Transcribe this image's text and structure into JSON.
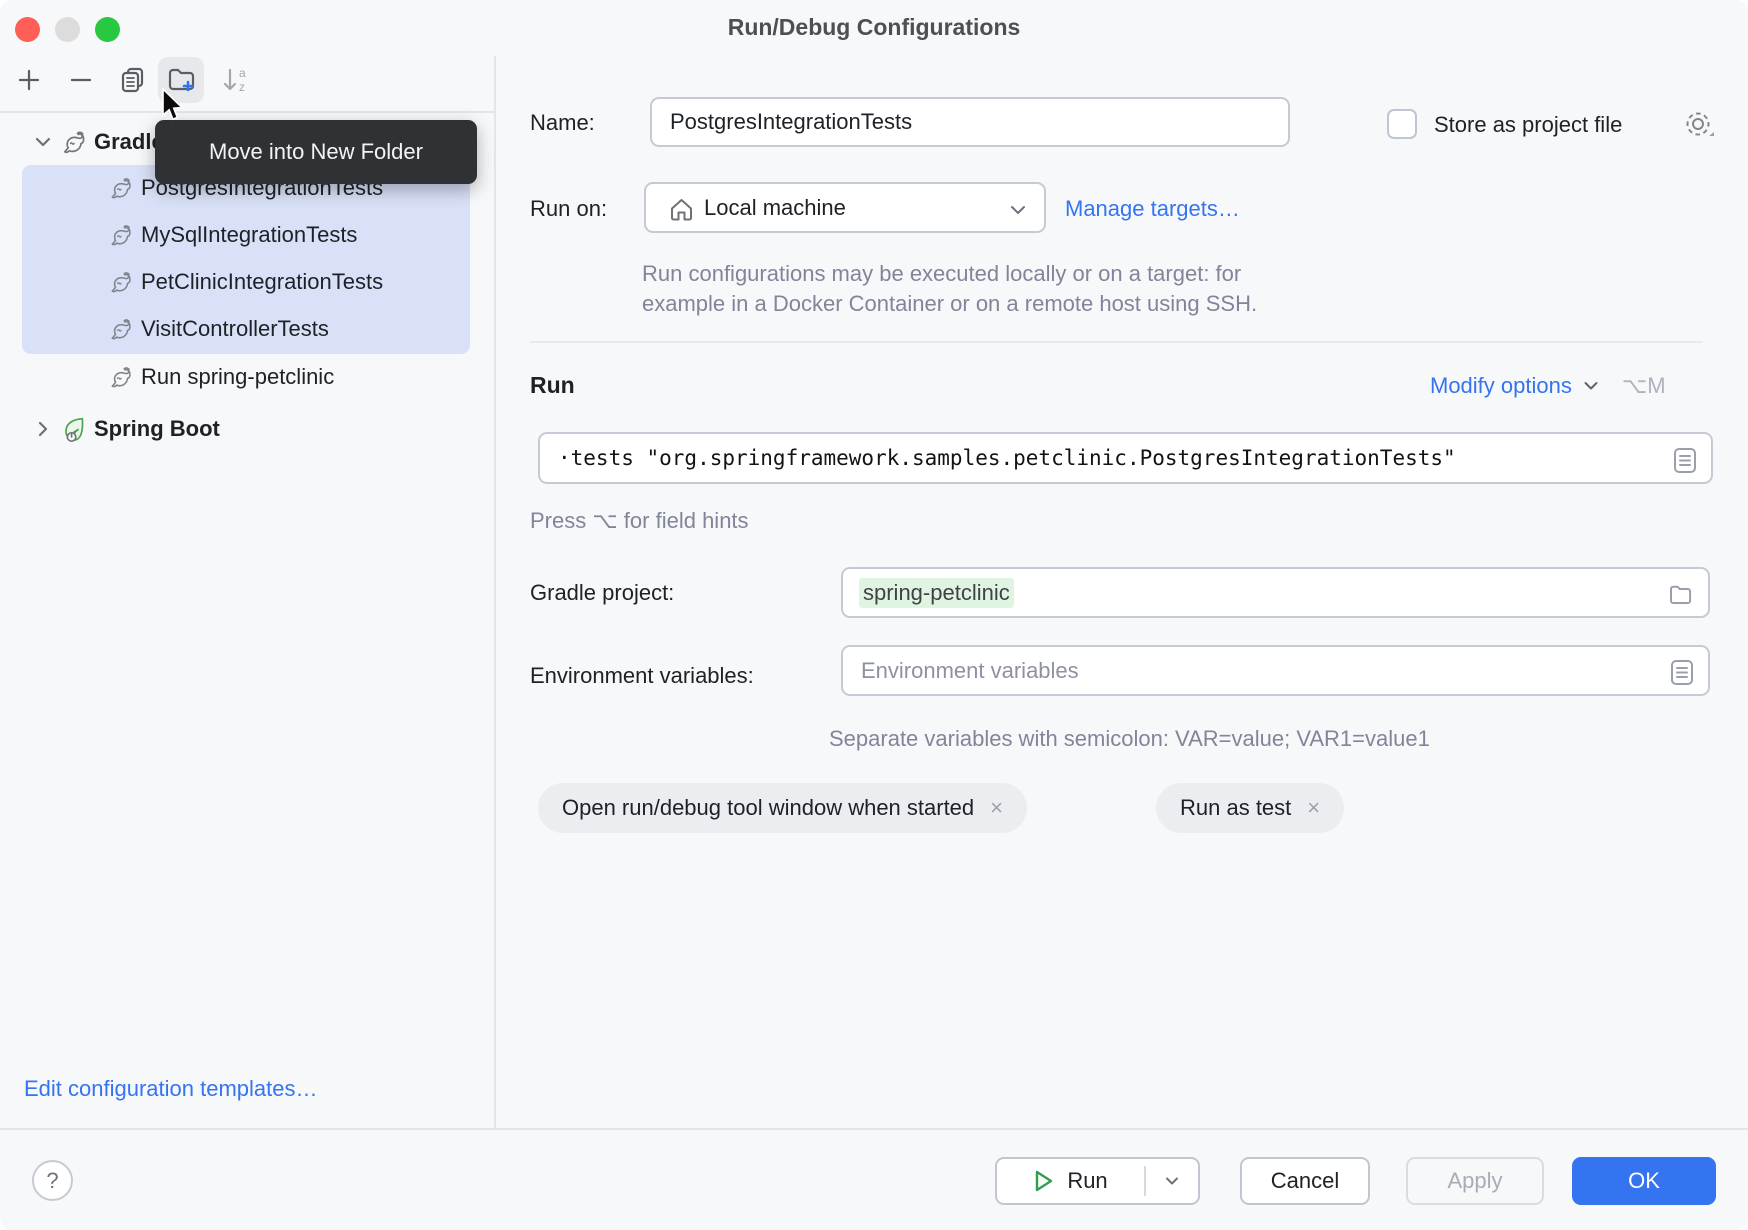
{
  "window": {
    "title": "Run/Debug Configurations"
  },
  "toolbar": {
    "tooltip": "Move into New Folder",
    "icons": [
      "add",
      "remove",
      "copy-configuration",
      "move-into-new-folder",
      "sort-alphabetically"
    ]
  },
  "tree": {
    "gradle_group": "Gradle",
    "items": [
      {
        "label": "PostgresIntegrationTests",
        "selected": true
      },
      {
        "label": "MySqlIntegrationTests",
        "selected": true
      },
      {
        "label": "PetClinicIntegrationTests",
        "selected": true
      },
      {
        "label": "VisitControllerTests",
        "selected": true
      },
      {
        "label": "Run spring-petclinic",
        "selected": false
      }
    ],
    "springboot_group": "Spring Boot",
    "edit_templates": "Edit configuration templates…"
  },
  "form": {
    "name_label": "Name:",
    "name_value": "PostgresIntegrationTests",
    "store_label": "Store as project file",
    "run_on_label": "Run on:",
    "run_on_value": "Local machine",
    "manage_targets": "Manage targets…",
    "run_on_hint_line1": "Run configurations may be executed locally or on a target: for",
    "run_on_hint_line2": "example in a Docker Container or on a remote host using SSH.",
    "run_section": "Run",
    "modify_options": "Modify options",
    "modify_shortcut": "⌥M",
    "command_value": "·tests \"org.springframework.samples.petclinic.PostgresIntegrationTests\"",
    "field_hint": "Press ⌥ for field hints",
    "gradle_label": "Gradle project:",
    "gradle_value": "spring-petclinic",
    "env_label": "Environment variables:",
    "env_placeholder": "Environment variables",
    "env_hint": "Separate variables with semicolon: VAR=value; VAR1=value1",
    "chips": [
      {
        "label": "Open run/debug tool window when started",
        "close": "×"
      },
      {
        "label": "Run as test",
        "close": "×"
      }
    ]
  },
  "footer": {
    "help": "?",
    "run": "Run",
    "cancel": "Cancel",
    "apply": "Apply",
    "ok": "OK"
  },
  "colors": {
    "accent_blue": "#3574f0",
    "selection_blue": "#d9e1f8",
    "tooltip_bg": "#2f3134",
    "traffic_red": "#ff5f57",
    "traffic_gray": "#dcdcdc",
    "traffic_green": "#28c840",
    "play_green": "#2e9e4f",
    "gradle_highlight_green": "#e0f5e1",
    "window_bg": "#f7f8fa"
  }
}
